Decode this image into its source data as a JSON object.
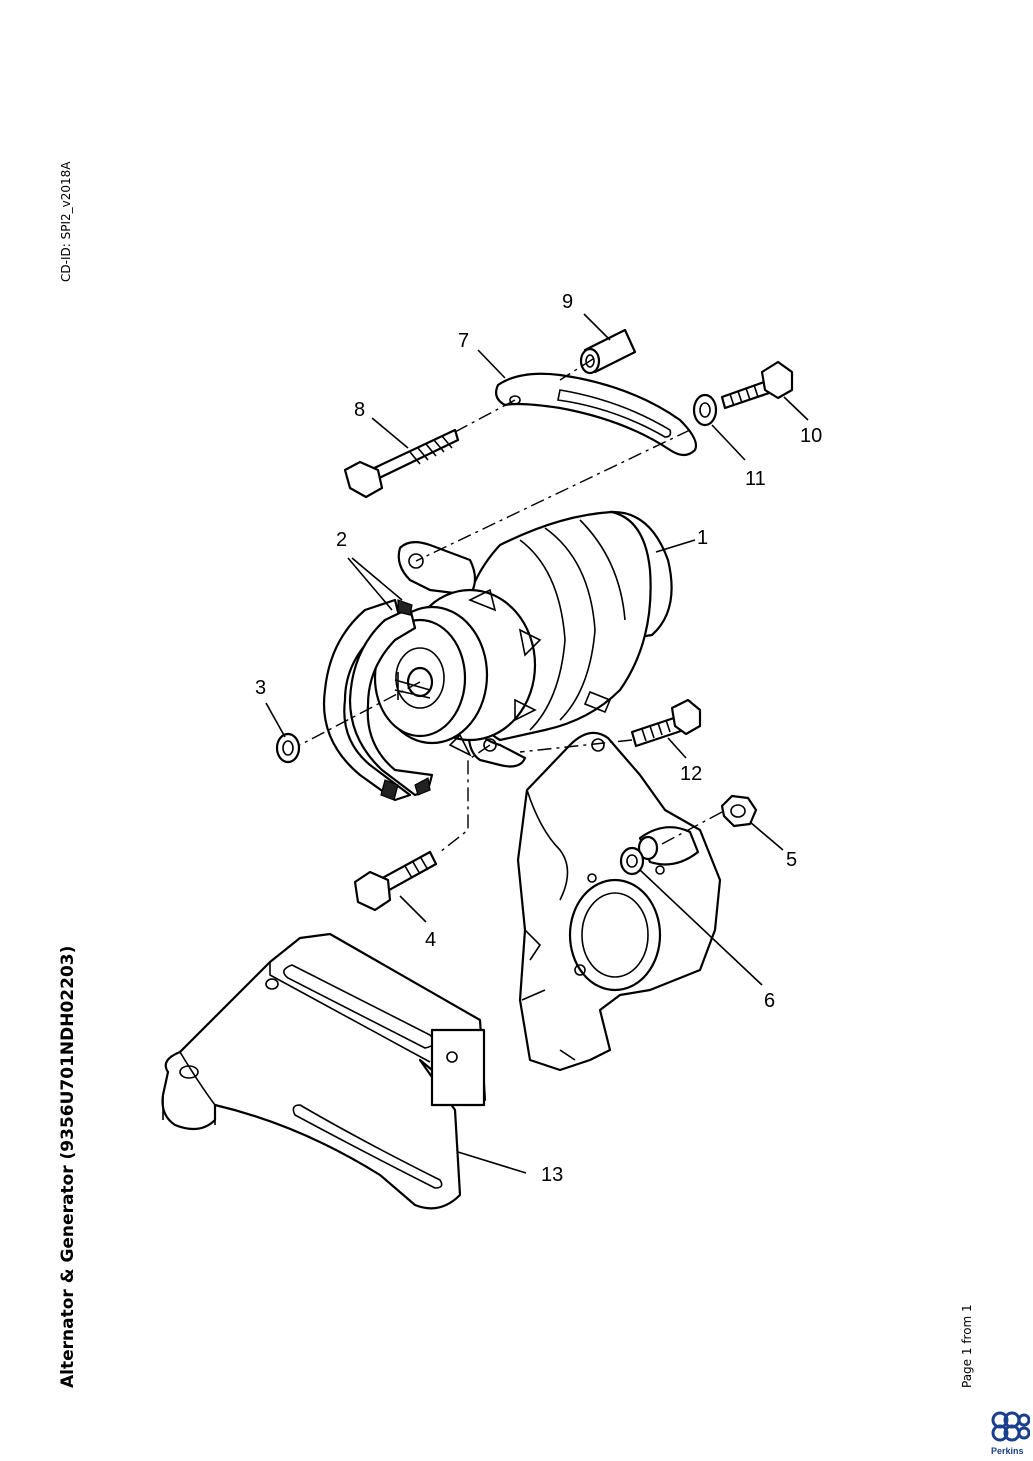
{
  "document": {
    "cd_id": "CD-ID: SPI2_v2018A",
    "title": "Alternator & Generator (9356U701NDH02203)",
    "page": "Page 1 from 1",
    "brand": "Perkins"
  },
  "callouts": [
    "1",
    "2",
    "3",
    "4",
    "5",
    "6",
    "7",
    "8",
    "9",
    "10",
    "11",
    "12",
    "13"
  ],
  "colors": {
    "line": "#000000",
    "background": "#ffffff",
    "logo": "#1a3f8f"
  }
}
